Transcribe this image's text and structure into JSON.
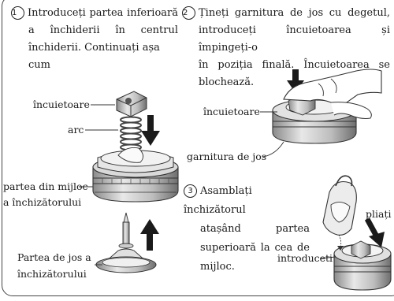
{
  "step1": {
    "number": "1",
    "line1": "Introduceți partea inferioară",
    "line2_words": [
      "a",
      "închiderii",
      "în",
      "centrul"
    ],
    "line3": "închiderii. Continuați așa cum"
  },
  "step2": {
    "number": "2",
    "line1": "Țineți garnitura de jos cu degetul,",
    "line2": "introduceți încuietoarea și împingeți-o",
    "line3_words": [
      "în",
      "poziția",
      "finală.",
      "Încuietoarea",
      "se"
    ],
    "line4": "blochează."
  },
  "step3": {
    "number": "3",
    "line1": "Asamblați închizătorul",
    "line2_words": [
      "atașând",
      "partea"
    ],
    "line3_words": [
      "superioară",
      "la",
      "cea",
      "de"
    ],
    "line4": "mijloc."
  },
  "labels": {
    "incuietoare_left": "încuietoare",
    "arc": "arc",
    "mijloc_line1": "partea din mijloc",
    "mijloc_line2": "a închizătorului",
    "jos_line1": "Partea de jos a",
    "jos_line2": "închizătorului",
    "incuietoare_right": "încuietoare",
    "garnitura": "garnitura de jos",
    "pliati": "pliați",
    "introduceti": "introduceti"
  }
}
